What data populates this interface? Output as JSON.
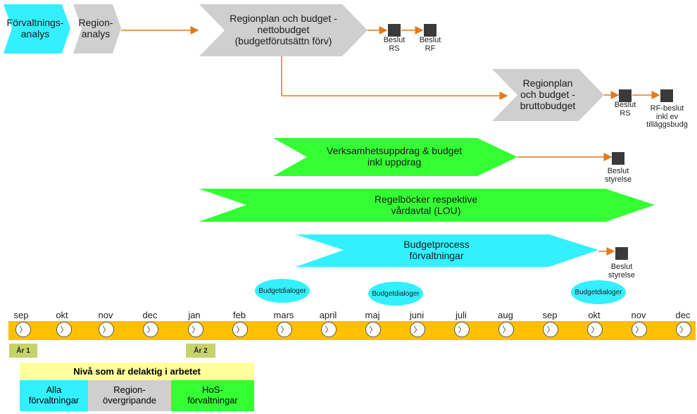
{
  "process_boxes": {
    "forvaltningsanalys": "Förvaltnings-\nanalys",
    "regionanalys": "Region-\nanalys",
    "regionplan_netto": "Regionplan och budget -\nnettobudget\n(budgetförutsättn förv)",
    "regionplan_brutto": "Regionplan\noch budget -\nbruttobudget",
    "verksamhetsuppdrag": "Verksamhetsuppdrag & budget\ninkl uppdrag",
    "regelbocker": "Regelböcker respektive\nvårdavtal (LOU)",
    "budgetprocess": "Budgetprocess\nförvaltningar"
  },
  "decisions": {
    "beslut_rs_1": "Beslut\nRS",
    "beslut_rf_1": "Beslut\nRF",
    "beslut_rs_2": "Beslut\nRS",
    "rf_beslut": "RF-beslut\ninkl ev\ntilläggsbudg",
    "beslut_styrelse_1": "Beslut\nstyrelse",
    "beslut_styrelse_2": "Beslut\nstyrelse"
  },
  "dialogs": {
    "d1": "Budgetdialoger",
    "d2": "Budgetdialoger",
    "d3": "Budgetdialoger"
  },
  "timeline": {
    "months": [
      "sep",
      "okt",
      "nov",
      "dec",
      "jan",
      "feb",
      "mars",
      "april",
      "maj",
      "juni",
      "juli",
      "aug",
      "sep",
      "okt",
      "nov",
      "dec"
    ],
    "clock_glyph": "〉",
    "year1": "År 1",
    "year2": "År 2"
  },
  "legend": {
    "title": "Nivå som är delaktig i arbetet",
    "alla": "Alla\nförvaltningar",
    "region": "Region-\növergripande",
    "hos": "HoS-\nförvaltningar"
  },
  "colors": {
    "cyan": "#33f0ff",
    "grey": "#cfcfcf",
    "green": "#33ff33",
    "connector": "#e07a1e",
    "timeline": "#ffc000",
    "decision": "#3a3a3a"
  }
}
